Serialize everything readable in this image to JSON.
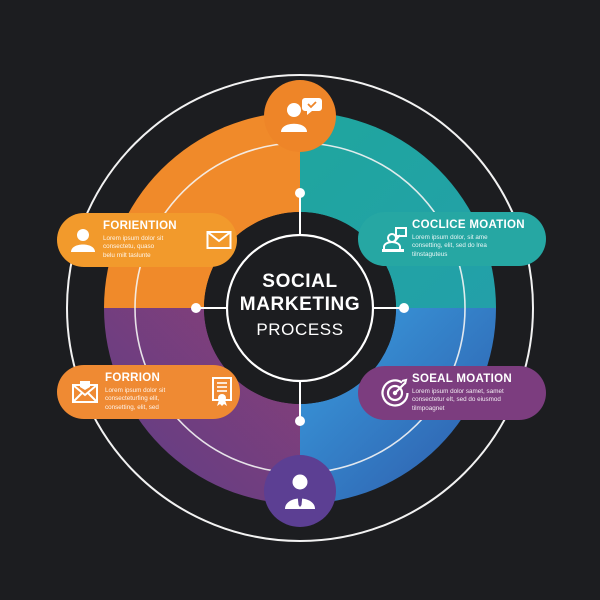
{
  "center": {
    "line1": "SOCIAL",
    "line2": "MARKETING",
    "line3": "PROCESS"
  },
  "cards": {
    "top_left": {
      "title": "FORIENTION",
      "body": "Lorem ipsum dolor sit\nconsectetu, quaso\nbelu rnilt taslunte",
      "color": "#f29a2c",
      "icons": [
        "person-icon",
        "envelope-icon"
      ]
    },
    "top_right": {
      "title": "COCLICE MOATION",
      "body": "Lorem ipsum dolor, sit ame\nconsetting, elit, sed do lrea\ntilnstaguteus",
      "color": "#26a7a3",
      "icons": [
        "presenter-icon"
      ]
    },
    "bottom_left": {
      "title": "FORRION",
      "body": "Lorem ipsum dolor sit\nconsecteturfing elit,\nconsetting, elit, sed",
      "color": "#ef8a33",
      "icons": [
        "mail-open-icon",
        "certificate-icon"
      ]
    },
    "bottom_right": {
      "title": "SOEAL MOATION",
      "body": "Lorem ipsum dolor samet, samet\nconsectetur elt, sed do eiusmod\ntilmpoagnet",
      "color": "#7c3d7f",
      "icons": [
        "target-icon"
      ]
    }
  },
  "nodes": {
    "top": {
      "icon": "user-chat-icon",
      "color": "#ee8528"
    },
    "bottom": {
      "icon": "businessman-icon",
      "color": "#5c3f93"
    }
  },
  "quadrant_colors": {
    "top_left": "#f08a2a",
    "top_right": "#1fa39b",
    "bottom_left": "#7c3e73",
    "bottom_right": "#2f8bd0"
  },
  "background": "#1c1d20"
}
